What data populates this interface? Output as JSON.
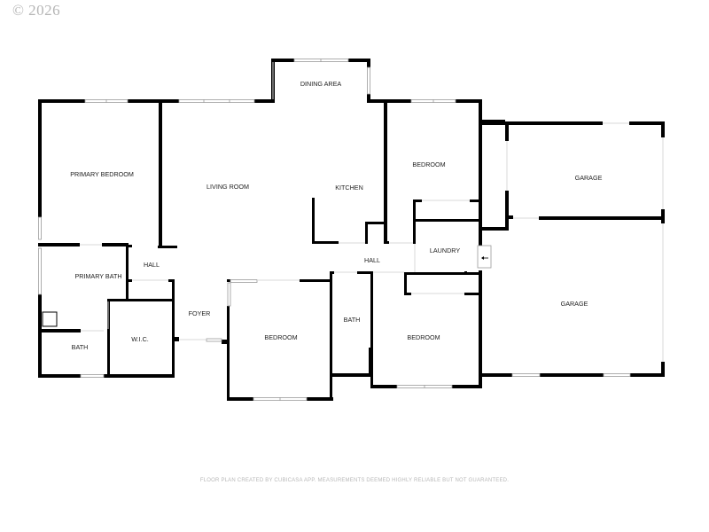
{
  "header": {
    "copyright": "© 2026"
  },
  "footer": {
    "note": "FLOOR PLAN CREATED BY CUBICASA APP. MEASUREMENTS DEEMED HIGHLY RELIABLE BUT NOT GUARANTEED."
  },
  "colors": {
    "wall": "#000000",
    "background": "#ffffff",
    "window": "#9a9a9a",
    "label": "#222222",
    "muted_text": "#b5b5b5"
  },
  "rooms": [
    {
      "id": "primary-bedroom",
      "label": "PRIMARY BEDROOM"
    },
    {
      "id": "living-room",
      "label": "LIVING ROOM"
    },
    {
      "id": "dining-area",
      "label": "DINING AREA"
    },
    {
      "id": "kitchen",
      "label": "KITCHEN"
    },
    {
      "id": "bedroom-ne",
      "label": "BEDROOM"
    },
    {
      "id": "garage-upper",
      "label": "GARAGE"
    },
    {
      "id": "primary-bath",
      "label": "PRIMARY BATH"
    },
    {
      "id": "hall-west",
      "label": "HALL"
    },
    {
      "id": "hall-center",
      "label": "HALL"
    },
    {
      "id": "laundry",
      "label": "LAUNDRY"
    },
    {
      "id": "foyer",
      "label": "FOYER"
    },
    {
      "id": "wic",
      "label": "W.I.C."
    },
    {
      "id": "bath-sw",
      "label": "BATH"
    },
    {
      "id": "bedroom-s",
      "label": "BEDROOM"
    },
    {
      "id": "bath-center",
      "label": "BATH"
    },
    {
      "id": "bedroom-se",
      "label": "BEDROOM"
    },
    {
      "id": "garage-lower",
      "label": "GARAGE"
    }
  ]
}
